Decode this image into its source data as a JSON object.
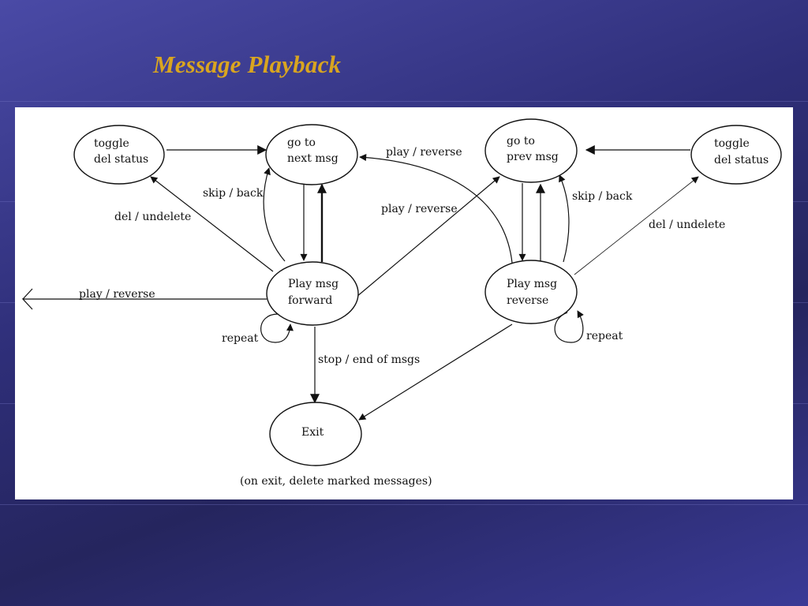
{
  "slide": {
    "title": "Message Playback",
    "title_color": "#d9a520",
    "panel_background": "#ffffff"
  },
  "diagram": {
    "states": {
      "toggle_left": [
        "toggle",
        "del status"
      ],
      "go_next": [
        "go to",
        "next msg"
      ],
      "go_prev": [
        "go to",
        "prev msg"
      ],
      "toggle_right": [
        "toggle",
        "del status"
      ],
      "play_forward": [
        "Play msg",
        "forward"
      ],
      "play_reverse": [
        "Play msg",
        "reverse"
      ],
      "exit": [
        "Exit"
      ]
    },
    "transitions": {
      "entry": "play / reverse",
      "next_to_prev": "play / reverse",
      "forward_to_prev": "play / reverse",
      "skip_back_left": "skip / back",
      "skip_back_right": "skip / back",
      "del_left": "del / undelete",
      "del_right": "del / undelete",
      "repeat_left": "repeat",
      "repeat_right": "repeat",
      "stop": "stop / end of msgs"
    },
    "note": "(on exit, delete marked messages)"
  }
}
